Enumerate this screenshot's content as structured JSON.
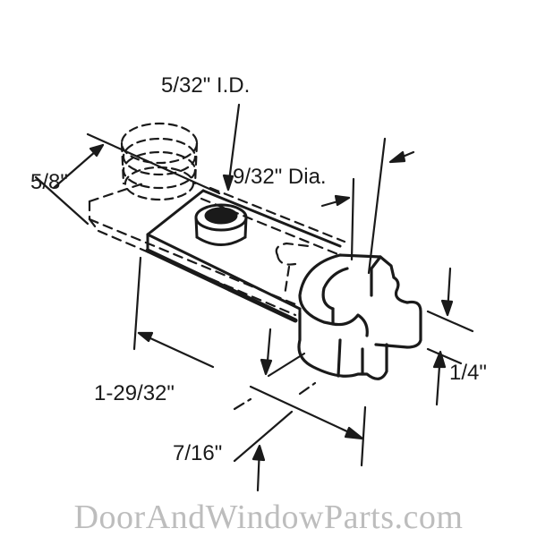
{
  "diagram": {
    "subject": "door-window-hardware-bracket-with-roller-clip",
    "line_color": "#1a1a1a",
    "background": "#ffffff",
    "labels": {
      "inner_diameter": "5/32\" I.D.",
      "hole_diameter": "9/32\" Dia.",
      "width": "5/8\"",
      "length": "1-29/32\"",
      "thickness": "1/4\"",
      "clip_width": "7/16\""
    }
  },
  "watermark": {
    "text": "DoorAndWindowParts.com",
    "color": "#bdbdbd"
  }
}
